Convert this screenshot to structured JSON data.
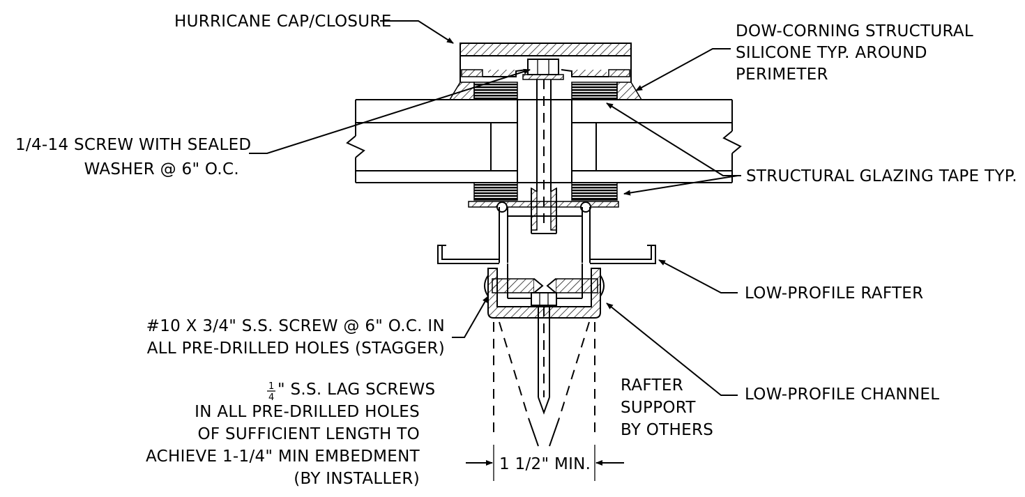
{
  "labels": {
    "hurricane_cap": "HURRICANE CAP/CLOSURE",
    "dow_line1": "DOW-CORNING STRUCTURAL",
    "dow_line2": "SILICONE TYP. AROUND",
    "dow_line3": "PERIMETER",
    "screw_line1": "1/4-14 SCREW WITH SEALED",
    "screw_line2": "WASHER @ 6\" O.C.",
    "glazing_tape": "STRUCTURAL GLAZING TAPE TYP.",
    "low_profile_rafter": "LOW-PROFILE RAFTER",
    "ss_screw_line1": "#10 X 3/4\" S.S. SCREW @ 6\" O.C. IN",
    "ss_screw_line2": "ALL PRE-DRILLED HOLES (STAGGER)",
    "lag_frac_num": "1",
    "lag_frac_den": "4",
    "lag_line1": "\" S.S. LAG SCREWS",
    "lag_line2": "IN ALL PRE-DRILLED HOLES",
    "lag_line3": "OF SUFFICIENT LENGTH TO",
    "lag_line4": "ACHIEVE 1-1/4\" MIN EMBEDMENT",
    "lag_line5": "(BY INSTALLER)",
    "rafter_support_line1": "RAFTER",
    "rafter_support_line2": "SUPPORT",
    "rafter_support_line3": "BY OTHERS",
    "low_profile_channel": "LOW-PROFILE CHANNEL",
    "dimension": "1 1/2\" MIN."
  }
}
